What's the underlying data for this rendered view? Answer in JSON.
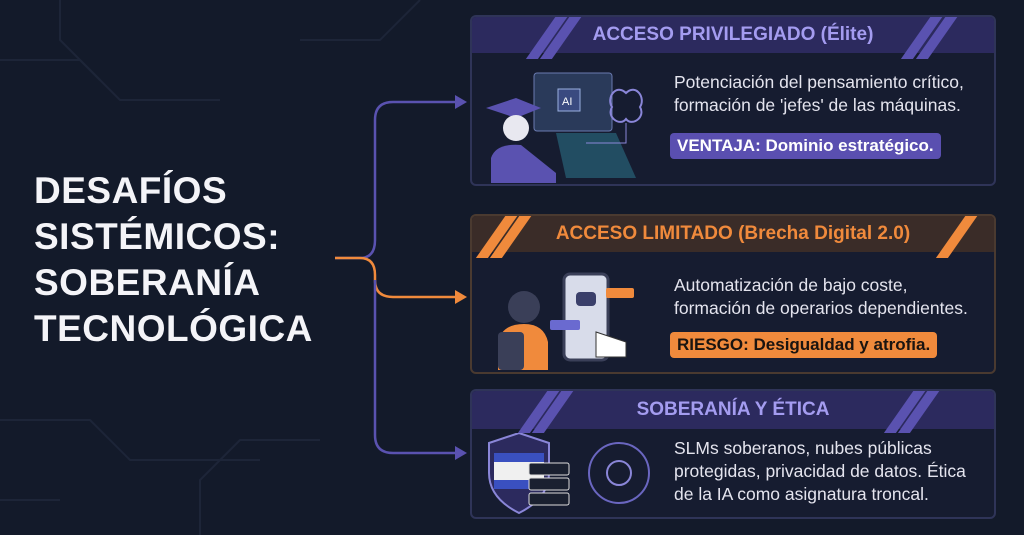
{
  "title": [
    "DESAFÍOS",
    "SISTÉMICOS:",
    "SOBERANÍA",
    "TECNOLÓGICA"
  ],
  "cards": [
    {
      "header": "ACCESO PRIVILEGIADO (Élite)",
      "desc": [
        "Potenciación del pensamiento crítico,",
        "formación de 'jefes' de las máquinas."
      ],
      "badge": "VENTAJA: Dominio estratégico.",
      "icon_label": "AI"
    },
    {
      "header": "ACCESO LIMITADO (Brecha Digital 2.0)",
      "desc": [
        "Automatización de bajo coste,",
        "formación de operarios dependientes."
      ],
      "badge": "RIESGO: Desigualdad y atrofia."
    },
    {
      "header": "SOBERANÍA Y ÉTICA",
      "desc": [
        "SLMs soberanos, nubes públicas",
        "protegidas, privacidad de datos. Ética",
        "de la IA como asignatura troncal."
      ]
    }
  ],
  "colors": {
    "purple": "#5a52b0",
    "orange": "#f08a3c",
    "background": "#131a2a"
  }
}
